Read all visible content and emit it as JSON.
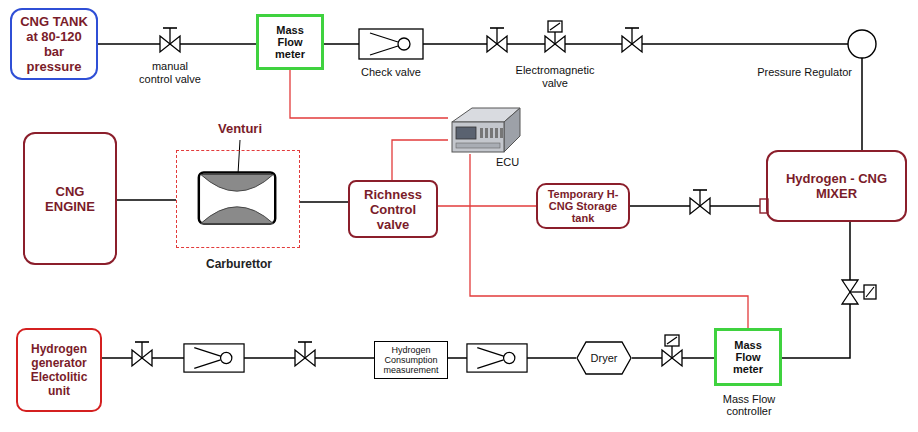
{
  "diagram": {
    "nodes": [
      {
        "text": [
          "CNG TANK at 80-120 bar pressure"
        ]
      },
      {
        "text": [
          "Mass Flow meter"
        ]
      },
      {
        "text": [
          "CNG ENGINE"
        ]
      },
      {
        "text": [
          "Carburettor"
        ]
      },
      {
        "text": [
          "Richness Control valve"
        ]
      },
      {
        "text": [
          "Temporary H-CNG Storage tank"
        ]
      },
      {
        "text": [
          "Hydrogen - CNG MIXER"
        ]
      },
      {
        "text": [
          "Hydrogen generator Electolitic unit"
        ]
      },
      {
        "text": [
          "Hydrogen Consumption measurement"
        ]
      },
      {
        "text": [
          "Dryer"
        ]
      },
      {
        "text": [
          "Mass Flow meter",
          "Mass Flow controller"
        ]
      },
      {
        "text": [
          "ECU"
        ]
      }
    ],
    "edges": [
      {
        "from": 0,
        "to": 1,
        "arrow": "none"
      },
      {
        "from": 1,
        "to": 6,
        "arrow": "none"
      },
      {
        "from": 6,
        "to": 5,
        "arrow": "none"
      },
      {
        "from": 5,
        "to": 4,
        "arrow": "none"
      },
      {
        "from": 4,
        "to": 3,
        "arrow": "none"
      },
      {
        "from": 3,
        "to": 2,
        "arrow": "none"
      },
      {
        "from": 6,
        "to": 10,
        "arrow": "none"
      },
      {
        "from": 10,
        "to": 9,
        "arrow": "none"
      },
      {
        "from": 9,
        "to": 8,
        "arrow": "none"
      },
      {
        "from": 8,
        "to": 7,
        "arrow": "none"
      },
      {
        "from": 11,
        "to": 1,
        "arrow": "none"
      },
      {
        "from": 11,
        "to": 4,
        "arrow": "none"
      },
      {
        "from": 11,
        "to": 10,
        "arrow": "none"
      }
    ],
    "labels": [
      "manual control valve",
      "Check valve",
      "Electromagnetic valve",
      "Pressure Regulator",
      "Venturi"
    ]
  }
}
